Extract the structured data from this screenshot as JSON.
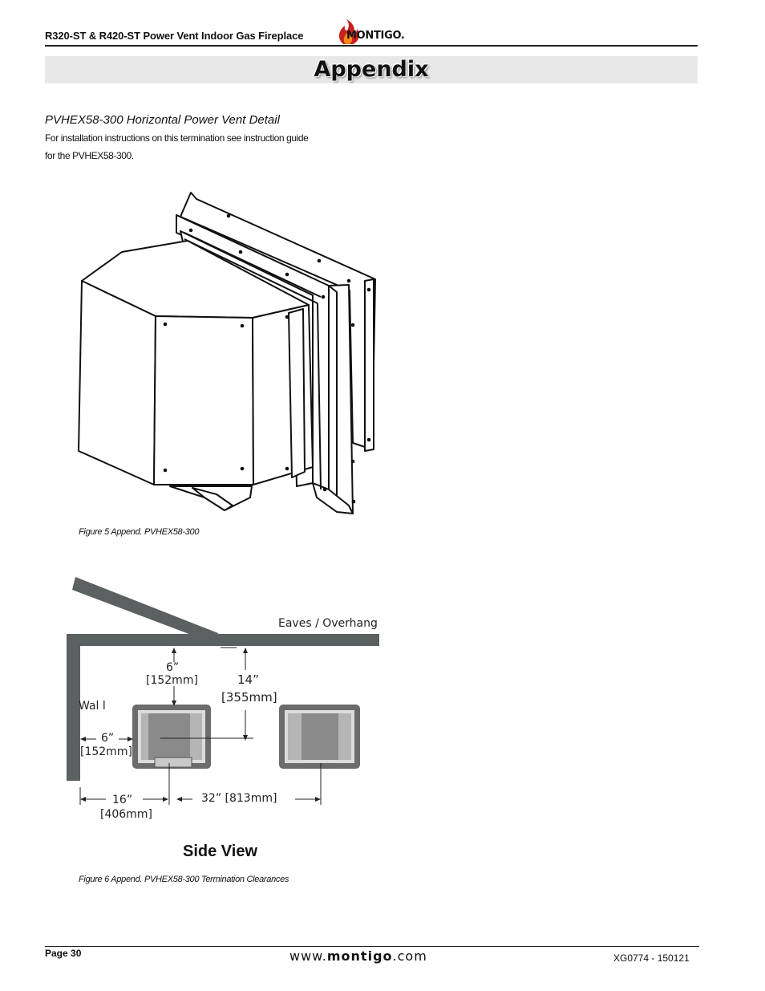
{
  "header": {
    "doc_title": "R320-ST & R420-ST  Power Vent Indoor Gas Fireplace",
    "logo_text": "MONTIGO.",
    "section_title": "Appendix"
  },
  "content": {
    "heading": "PVHEX58-300 Horizontal Power Vent Detail",
    "instructions_line1": "For installation instructions on this termination see instruction guide",
    "instructions_line2": "for the PVHEX58-300.",
    "figure5_caption": "Figure 5 Append.  PVHEX58-300",
    "figure6_caption": "Figure 6 Append.  PVHEX58-300 Termination Clearances",
    "side_view_label": "Side View"
  },
  "diagram": {
    "eaves_label": "Eaves / Overhang",
    "wall_label": "Wal l",
    "top_clear_in": "6”",
    "top_clear_mm": "[152mm]",
    "vent_clear_in": "14”",
    "vent_clear_mm": "[355mm]",
    "wall_clear_in": "6”",
    "wall_clear_mm": "[152mm]",
    "center_wall_in": "16”",
    "center_wall_mm": "[406mm]",
    "spacing": "32” [813mm]"
  },
  "footer": {
    "page": "Page 30",
    "website_prefix": "www.",
    "website_brand": "montigo",
    "website_suffix": ".com",
    "doc_code": "XG0774 - 150121"
  },
  "colors": {
    "roof": "#5a6160",
    "vent_frame": "#7a7a7a",
    "vent_panel": "#b0b0b0",
    "vent_center": "#8a8a8a",
    "flame_red": "#c8201e",
    "flame_orange": "#f08a1c"
  }
}
